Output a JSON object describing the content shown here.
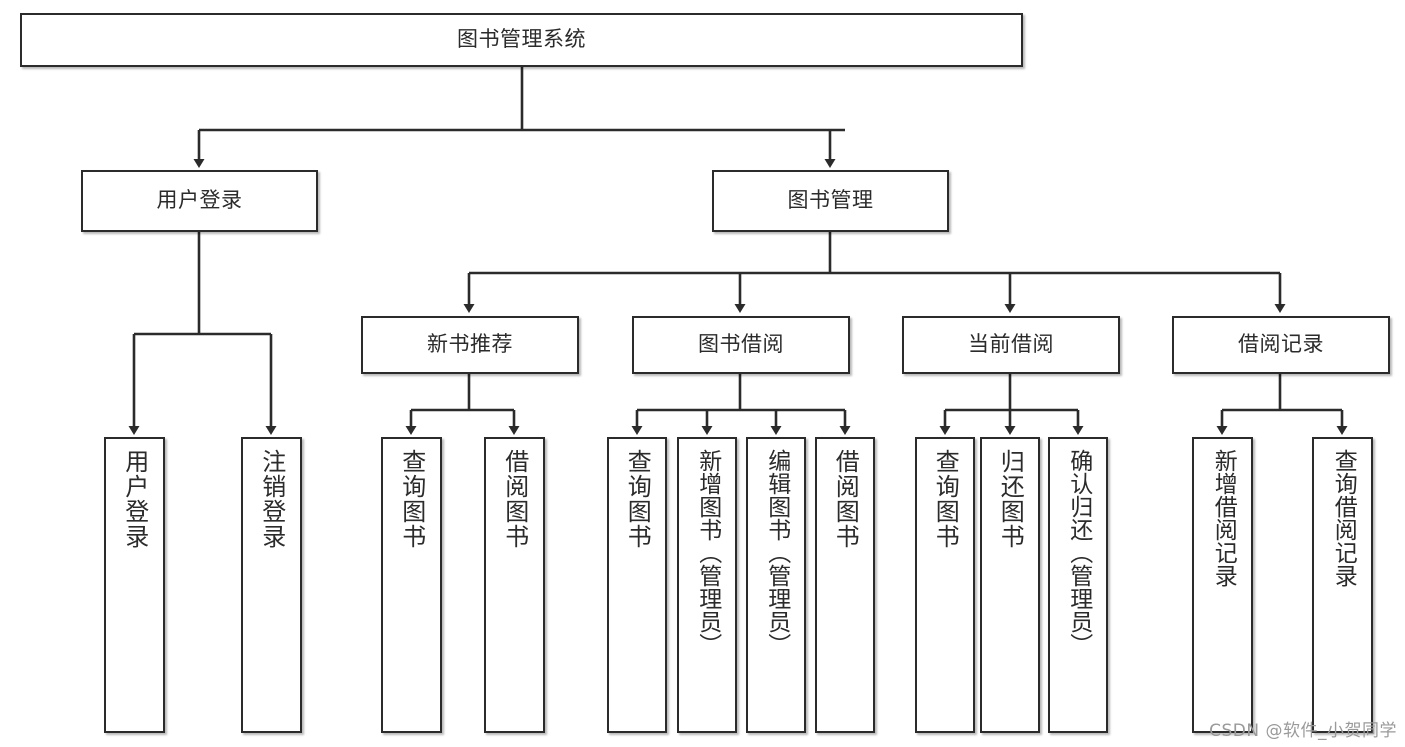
{
  "diagram": {
    "type": "tree",
    "title": "图书管理系统",
    "watermark": "CSDN @软件_小贺同学",
    "colors": {
      "stroke": "#2b2b2b",
      "fill": "#ffffff",
      "watermark": "#9a9a9a"
    },
    "root": {
      "label": "图书管理系统"
    },
    "level2": [
      {
        "label": "用户登录"
      },
      {
        "label": "图书管理"
      }
    ],
    "level3": [
      {
        "label": "新书推荐"
      },
      {
        "label": "图书借阅"
      },
      {
        "label": "当前借阅"
      },
      {
        "label": "借阅记录"
      }
    ],
    "leaves": {
      "user_login": [
        {
          "label": "用户登录"
        },
        {
          "label": "注销登录"
        }
      ],
      "new_book": [
        {
          "label": "查询图书"
        },
        {
          "label": "借阅图书"
        }
      ],
      "book_borrow": [
        {
          "label": "查询图书"
        },
        {
          "label": "新增图书（管理员）"
        },
        {
          "label": "编辑图书（管理员）"
        },
        {
          "label": "借阅图书"
        }
      ],
      "current_borrow": [
        {
          "label": "查询图书"
        },
        {
          "label": "归还图书"
        },
        {
          "label": "确认归还（管理员）"
        }
      ],
      "borrow_record": [
        {
          "label": "新增借阅记录"
        },
        {
          "label": "查询借阅记录"
        }
      ]
    }
  }
}
